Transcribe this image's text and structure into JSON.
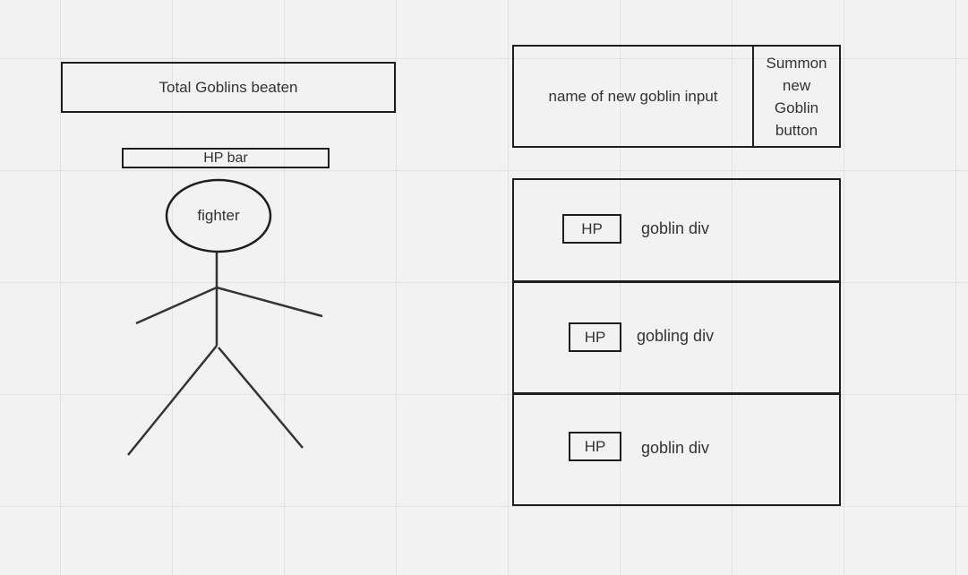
{
  "counter": {
    "label": "Total Goblins beaten"
  },
  "fighter": {
    "hp_bar_label": "HP bar",
    "label": "fighter"
  },
  "form": {
    "input_label": "name of new goblin input",
    "button_label": "Summon\nnew\nGoblin\nbutton"
  },
  "goblins": [
    {
      "hp_label": "HP",
      "label": "goblin div"
    },
    {
      "hp_label": "HP",
      "label": "gobling div"
    },
    {
      "hp_label": "HP",
      "label": "goblin div"
    }
  ],
  "colors": {
    "background": "#f2f2f2",
    "grid": "#e2e2e2",
    "stroke": "#1e1e1e",
    "text": "#333333"
  }
}
